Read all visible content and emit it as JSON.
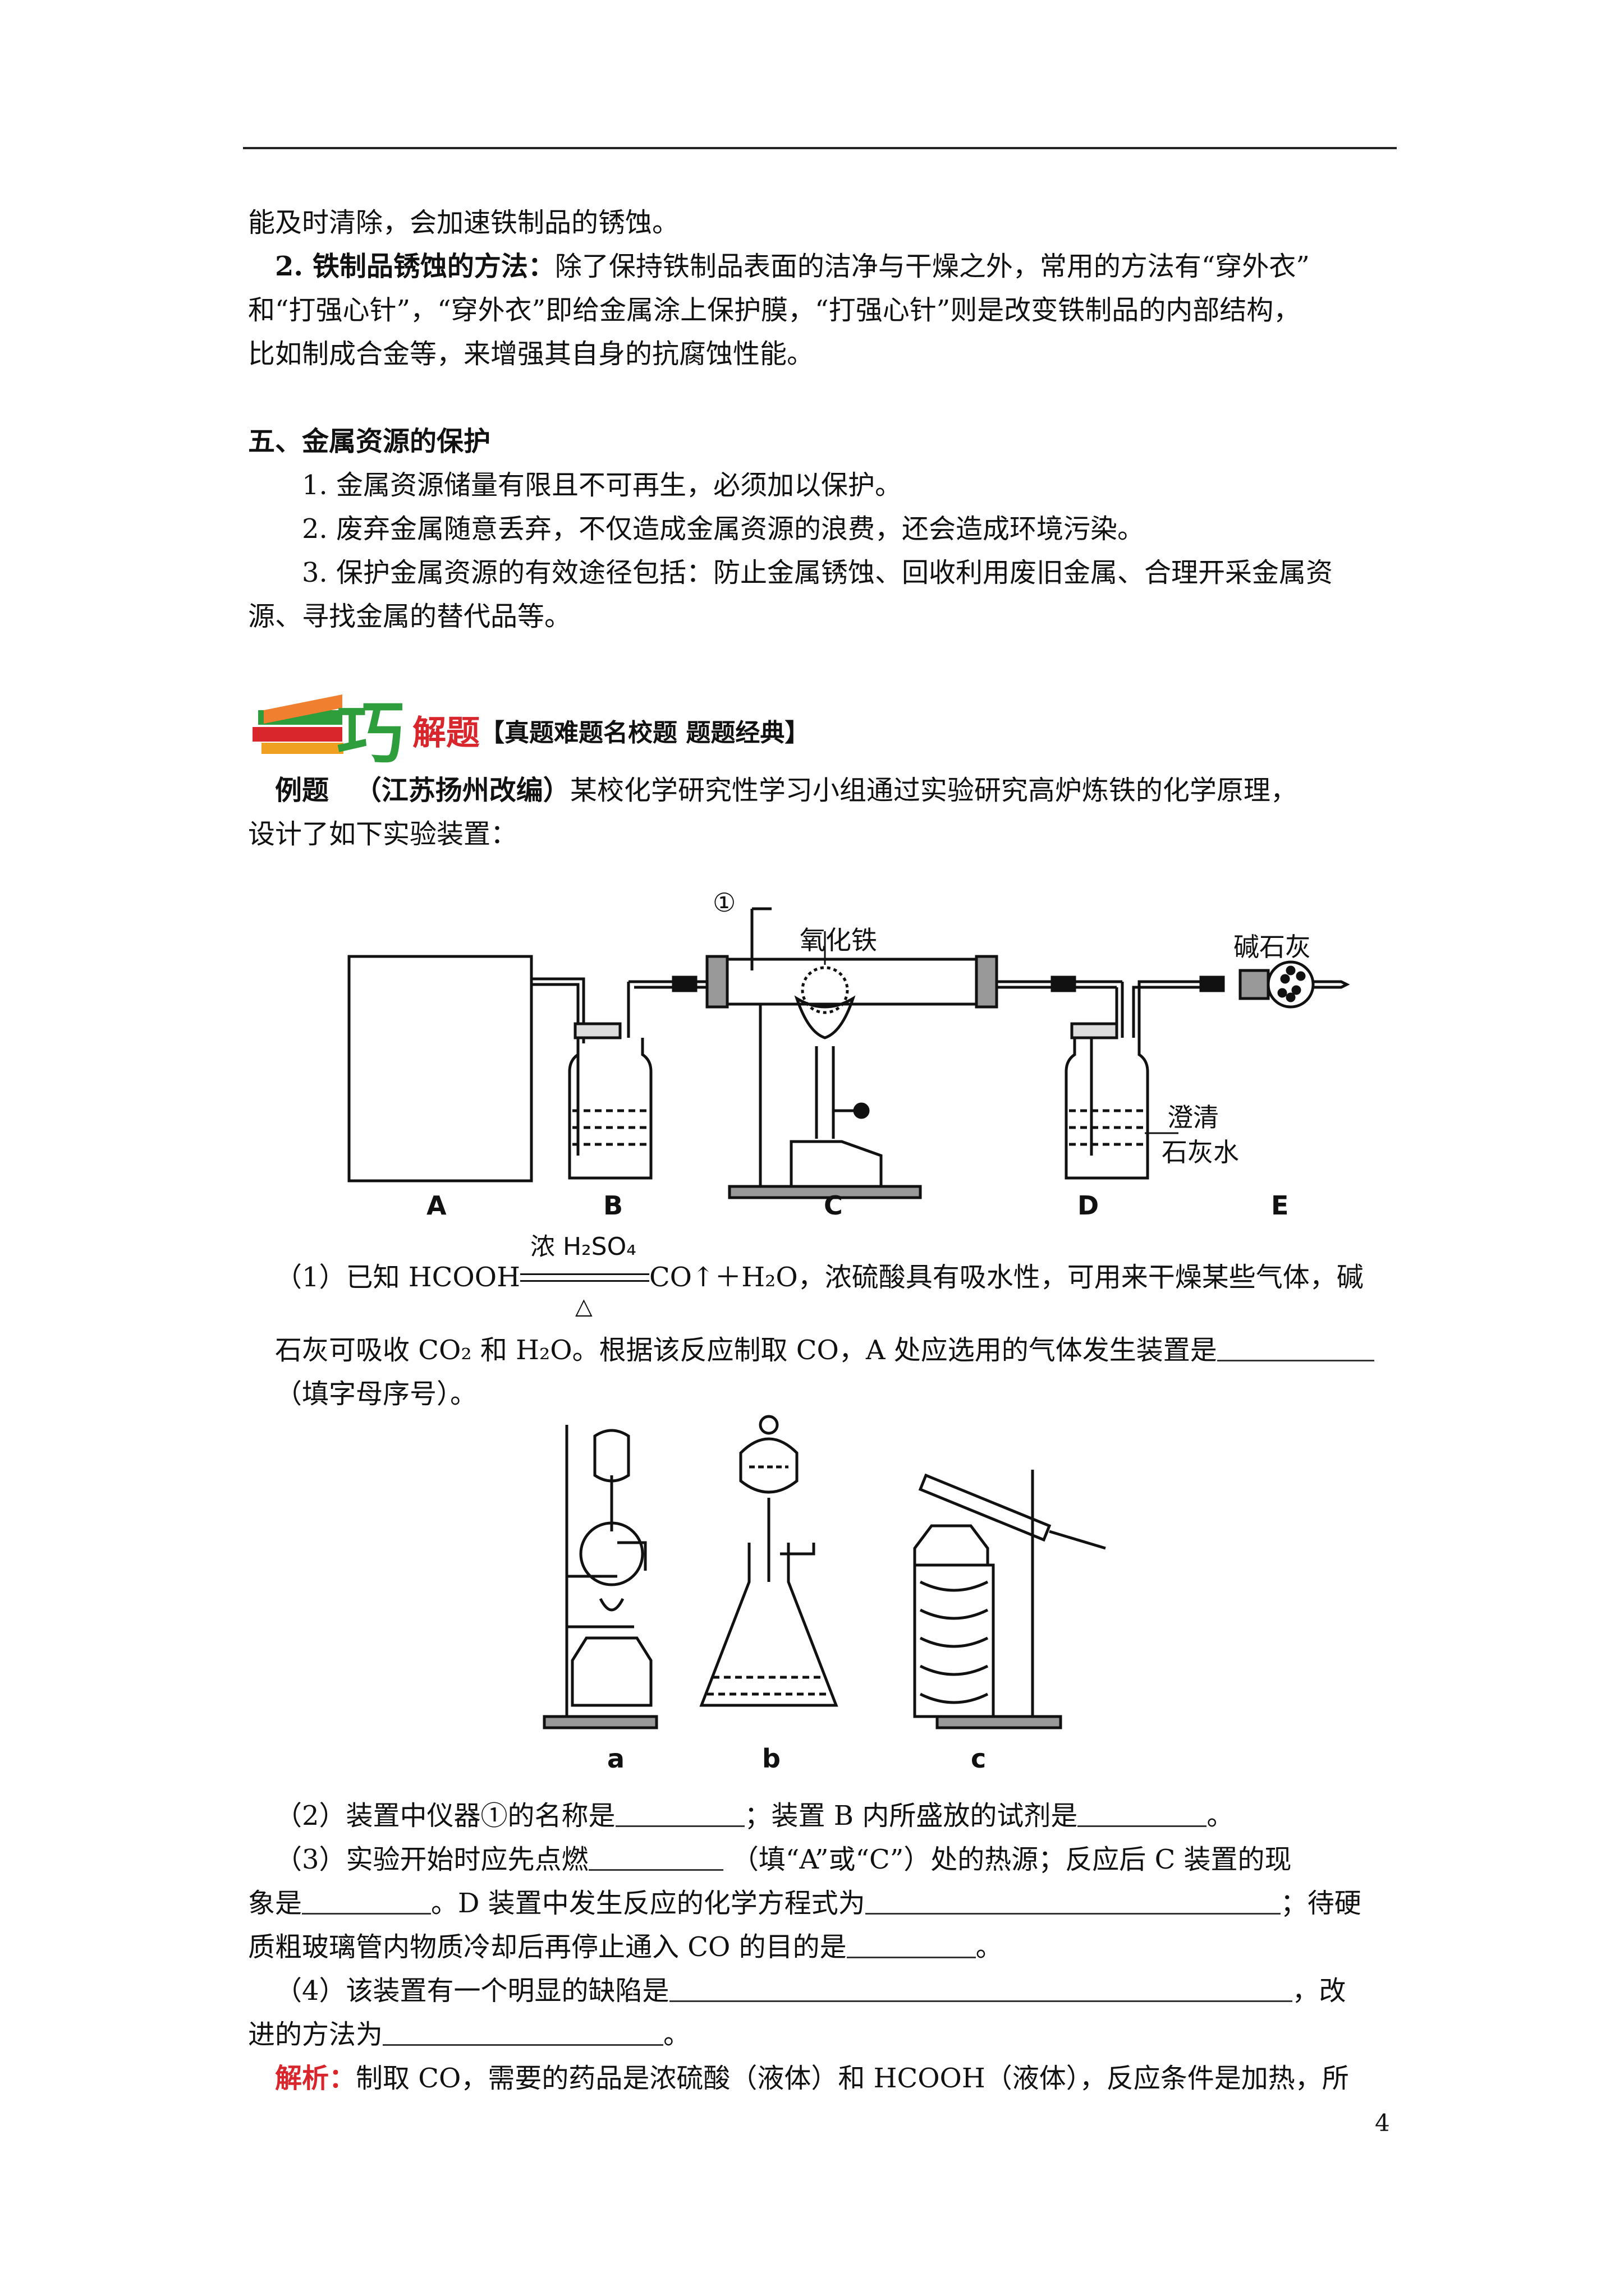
{
  "p1": "能及时清除，会加速铁制品的锈蚀。",
  "p2_bold": "2. 铁制品锈蚀的方法：",
  "p2_rest": "除了保持铁制品表面的洁净与干燥之外，常用的方法有“穿外衣”",
  "p3": "和“打强心针”，“穿外衣”即给金属涂上保护膜，“打强心针”则是改变铁制品的内部结构，",
  "p4": "比如制成合金等，来增强其自身的抗腐蚀性能。",
  "section5": "五、金属资源的保护",
  "s5_1": "1. 金属资源储量有限且不可再生，必须加以保护。",
  "s5_2": "2. 废弃金属随意丢弃，不仅造成金属资源的浪费，还会造成环境污染。",
  "s5_3a": "3. 保护金属资源的有效途径包括：防止金属锈蚀、回收利用废旧金属、合理开采金属资",
  "s5_3b": "源、寻找金属的替代品等。",
  "banner": {
    "big": "巧",
    "small": "解题",
    "tag": "【真题难题名校题 题题经典】"
  },
  "example_label": "例题",
  "example_src": "（江苏扬州改编）",
  "example_text": "某校化学研究性学习小组通过实验研究高炉炼铁的化学原理，",
  "example_text2": "设计了如下实验装置：",
  "fig1": {
    "circle": "①",
    "iron_oxide": "氧化铁",
    "soda_lime": "碱石灰",
    "limewater1": "澄清",
    "limewater2": "石灰水",
    "labels": [
      "A",
      "B",
      "C",
      "D",
      "E"
    ]
  },
  "q1_a": "（1）已知 HCOOH",
  "q1_over": "浓 H₂SO₄",
  "q1_under": "△",
  "q1_b": "CO↑＋H₂O，浓硫酸具有吸水性，可用来干燥某些气体，碱",
  "q1_c": "石灰可吸收 CO₂ 和 H₂O。根据该反应制取 CO，A 处应选用的气体发生装置是",
  "q1_d": "（填字母序号）。",
  "fig2": {
    "labels": [
      "a",
      "b",
      "c"
    ]
  },
  "q2_a": "（2）装置中仪器①的名称是",
  "q2_b": "；装置 B 内所盛放的试剂是",
  "q2_c": "。",
  "q3_a": "（3）实验开始时应先点燃",
  "q3_b": "（填“A”或“C”）处的热源；反应后 C 装置的现",
  "q3_c": "象是",
  "q3_d": "。D 装置中发生反应的化学方程式为",
  "q3_e": "；待硬",
  "q3_f": "质粗玻璃管内物质冷却后再停止通入 CO 的目的是",
  "q3_g": "。",
  "q4_a": "（4）该装置有一个明显的缺陷是",
  "q4_b": "，改",
  "q4_c": "进的方法为",
  "q4_d": "。",
  "analysis_label": "解析：",
  "analysis_text": "制取 CO，需要的药品是浓硫酸（液体）和 HCOOH（液体），反应条件是加热，所",
  "page_number": "4"
}
